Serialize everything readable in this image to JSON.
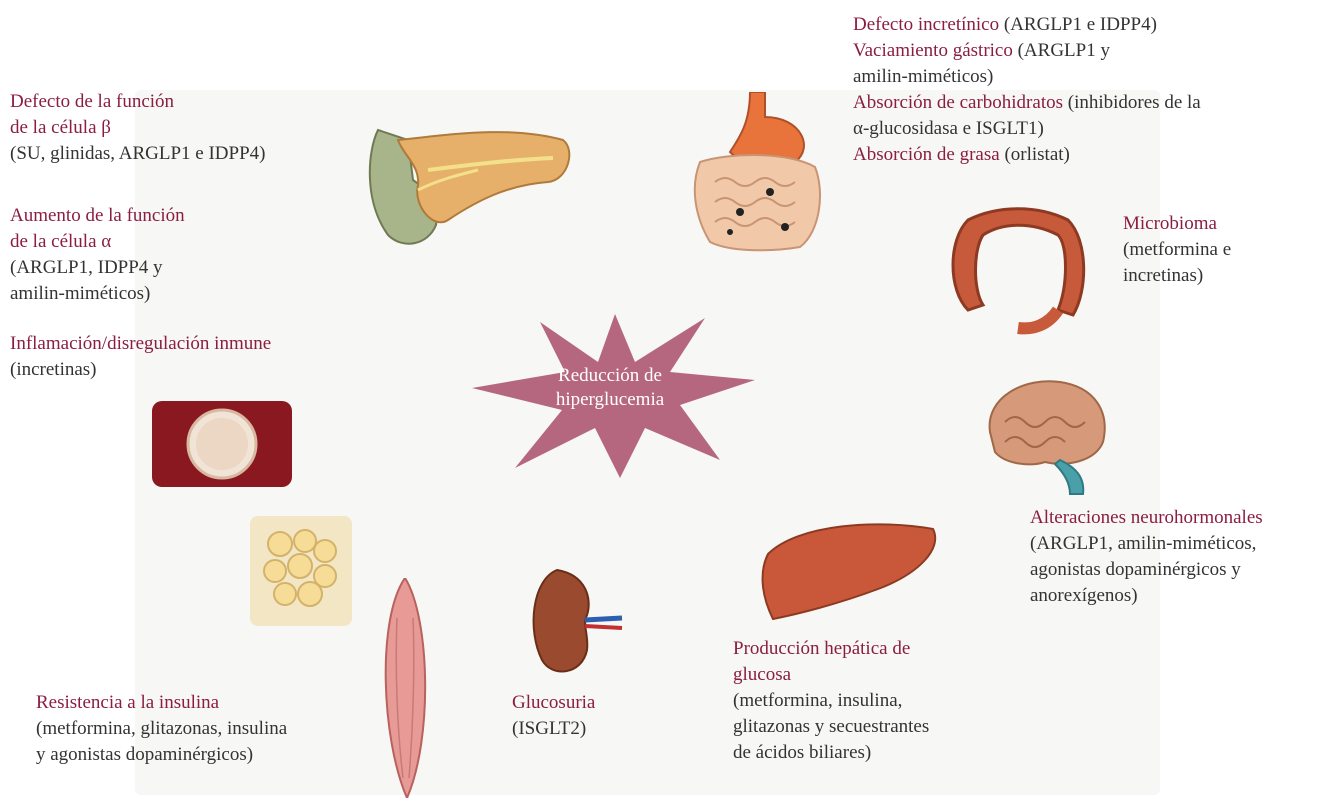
{
  "center": {
    "line1": "Reducción de",
    "line2": "hiperglucemia",
    "star_color": "#b5677f"
  },
  "labels": {
    "beta_title_1": "Defecto de la función",
    "beta_title_2": "de la célula β",
    "beta_desc": "(SU, glinidas, ARGLP1 e IDPP4)",
    "alpha_title_1": "Aumento de la función",
    "alpha_title_2": "de la célula α",
    "alpha_desc_1": "(ARGLP1, IDPP4 y",
    "alpha_desc_2": "amilin-miméticos)",
    "inflam_title": "Inflamación/disregulación inmune",
    "inflam_desc": "(incretinas)",
    "gut": [
      {
        "title": "Defecto incretínico",
        "desc": " (ARGLP1 e IDPP4)"
      },
      {
        "title": "Vaciamiento gástrico",
        "desc": " (ARGLP1 y"
      },
      {
        "title": "",
        "desc": "amilin-miméticos)"
      },
      {
        "title": "Absorción de carbohidratos",
        "desc": " (inhibidores de la"
      },
      {
        "title": "",
        "desc": "α-glucosidasa e ISGLT1)"
      },
      {
        "title": "Absorción de grasa",
        "desc": " (orlistat)"
      }
    ],
    "micro_title": "Microbioma",
    "micro_desc_1": "(metformina e",
    "micro_desc_2": "incretinas)",
    "neuro_title": "Alteraciones neurohormonales",
    "neuro_desc_1": "(ARGLP1, amilin-miméticos,",
    "neuro_desc_2": "agonistas dopaminérgicos y",
    "neuro_desc_3": "anorexígenos)",
    "hep_title_1": "Producción hepática de",
    "hep_title_2": "glucosa",
    "hep_desc_1": "(metformina, insulina,",
    "hep_desc_2": "glitazonas y secuestrantes",
    "hep_desc_3": "de ácidos biliares)",
    "gluc_title": "Glucosuria",
    "gluc_desc": "(ISGLT2)",
    "res_title": "Resistencia a la insulina",
    "res_desc_1": "(metformina, glitazonas, insulina",
    "res_desc_2": "y agonistas dopaminérgicos)"
  },
  "colors": {
    "title": "#8b1d44",
    "body": "#333333"
  },
  "icons": [
    "pancreas-icon",
    "stomach-intestine-icon",
    "colon-icon",
    "brain-icon",
    "liver-icon",
    "kidney-icon",
    "muscle-icon",
    "adipose-tissue-icon",
    "immune-cell-icon"
  ]
}
